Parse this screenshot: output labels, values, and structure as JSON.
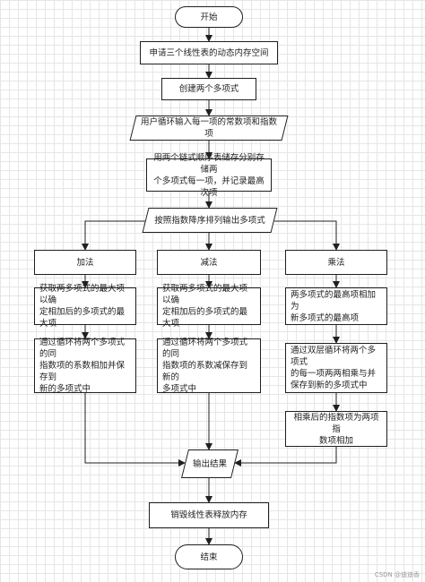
{
  "nodes": {
    "start": "开始",
    "apply_space": "申请三个线性表的动态内存空间",
    "create_polys": "创建两个多项式",
    "input_terms": "用户循环输入每一项的常数项和指数项",
    "store_terms": "用两个链式顺序表储存分别存储两\n个多项式每一项，并记录最高次项",
    "output_desc": "按照指数降序排列输出多项式",
    "add": "加法",
    "sub": "减法",
    "mul": "乘法",
    "add_max": "获取两多项式的最大项以确\n定相加后的多项式的最大项",
    "sub_max": "获取两多项式的最大项以确\n定相加后的多项式的最大项",
    "mul_max": "两多项式的最高项相加为\n新多项式的最高项",
    "add_loop": "通过循环将两个多项式的同\n指数项的系数相加并保存到\n新的多项式中",
    "sub_loop": "通过循环将两个多项式的同\n指数项的系数减保存到新的\n多项式中",
    "mul_loop": "通过双层循环将两个多项式\n的每一项两两相乘与并\n保存到新的多项式中",
    "mul_add_same": "相乘后的指数项为两项指\n数项相加",
    "output_result": "输出结果",
    "destroy": "销毁线性表释放内存",
    "end": "结束"
  },
  "watermark": "CSDN @迪迪香"
}
